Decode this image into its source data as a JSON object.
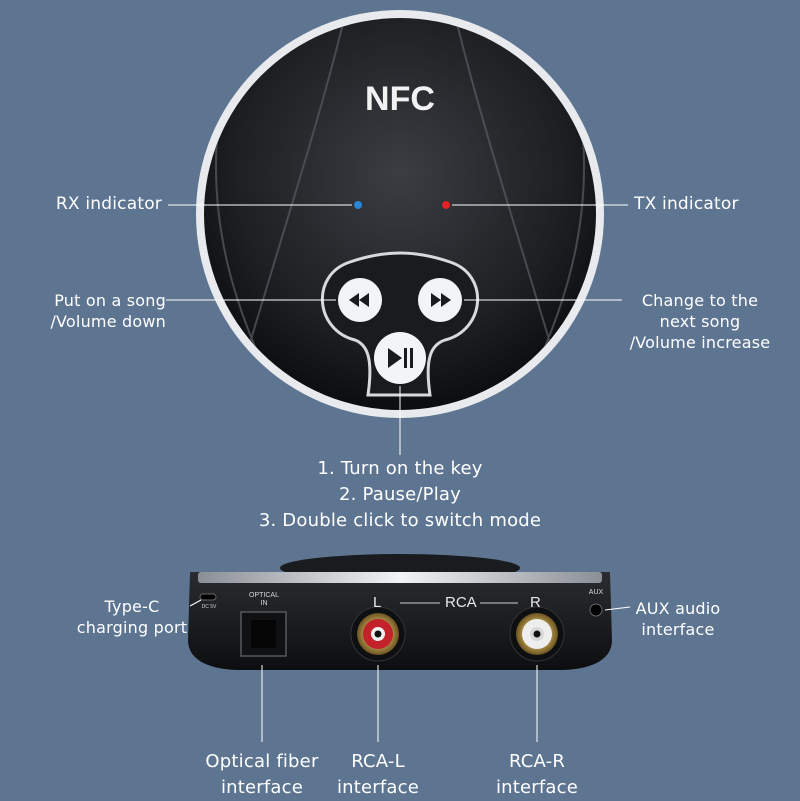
{
  "top_device": {
    "nfc_label": "NFC"
  },
  "callouts": {
    "rx_indicator": "RX indicator",
    "tx_indicator": "TX indicator",
    "prev": [
      "Put on a song",
      "/Volume down"
    ],
    "next": [
      "Change to the",
      "next song",
      "/Volume increase"
    ],
    "center": [
      "1. Turn on the key",
      "2. Pause/Play",
      "3. Double click to switch mode"
    ],
    "type_c": [
      "Type-C",
      "charging port"
    ],
    "aux": [
      "AUX audio",
      "interface"
    ],
    "optical": [
      "Optical fiber",
      "interface"
    ],
    "rca_l": [
      "RCA-L",
      "interface"
    ],
    "rca_r": [
      "RCA-R",
      "interface"
    ]
  },
  "bottom_device": {
    "optical_in": [
      "OPTICAL",
      "IN"
    ],
    "dc_label": "DC 5V",
    "l_label": "L",
    "rca_label": "RCA",
    "r_label": "R",
    "aux_label": "AUX"
  },
  "icons": {
    "prev": "rewind-icon",
    "next": "fast-forward-icon",
    "play": "play-pause-icon",
    "rx_led_color": "#2a86d6",
    "tx_led_color": "#e02323"
  }
}
